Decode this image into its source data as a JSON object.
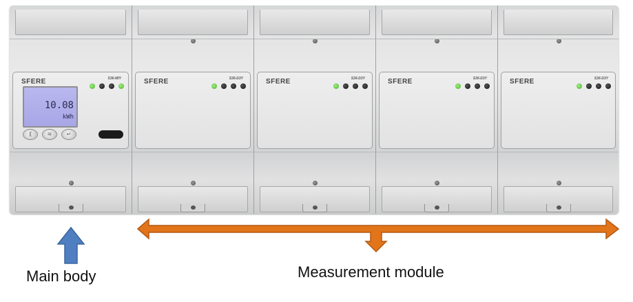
{
  "device": {
    "main_body": {
      "brand": "SFERE",
      "model": "S36-MIY",
      "display_value": "10.08",
      "display_unit": "kWh",
      "buttons": [
        "⟪",
        "≋",
        "↵"
      ],
      "leds": [
        "green",
        "black",
        "black",
        "green"
      ]
    },
    "modules": [
      {
        "brand": "SFERE",
        "model": "S36-D3Y",
        "leds": [
          "green",
          "black",
          "black",
          "black"
        ]
      },
      {
        "brand": "SFERE",
        "model": "S36-D3Y",
        "leds": [
          "green",
          "black",
          "black",
          "black"
        ]
      },
      {
        "brand": "SFERE",
        "model": "S36-D3Y",
        "leds": [
          "green",
          "black",
          "black",
          "black"
        ]
      },
      {
        "brand": "SFERE",
        "model": "S36-D3Y",
        "leds": [
          "green",
          "black",
          "black",
          "black"
        ]
      }
    ]
  },
  "labels": {
    "main_body": "Main body",
    "measurement_module": "Measurement module"
  },
  "colors": {
    "main_body_arrow": "#4f7fc0",
    "module_arrow": "#e2741a"
  }
}
